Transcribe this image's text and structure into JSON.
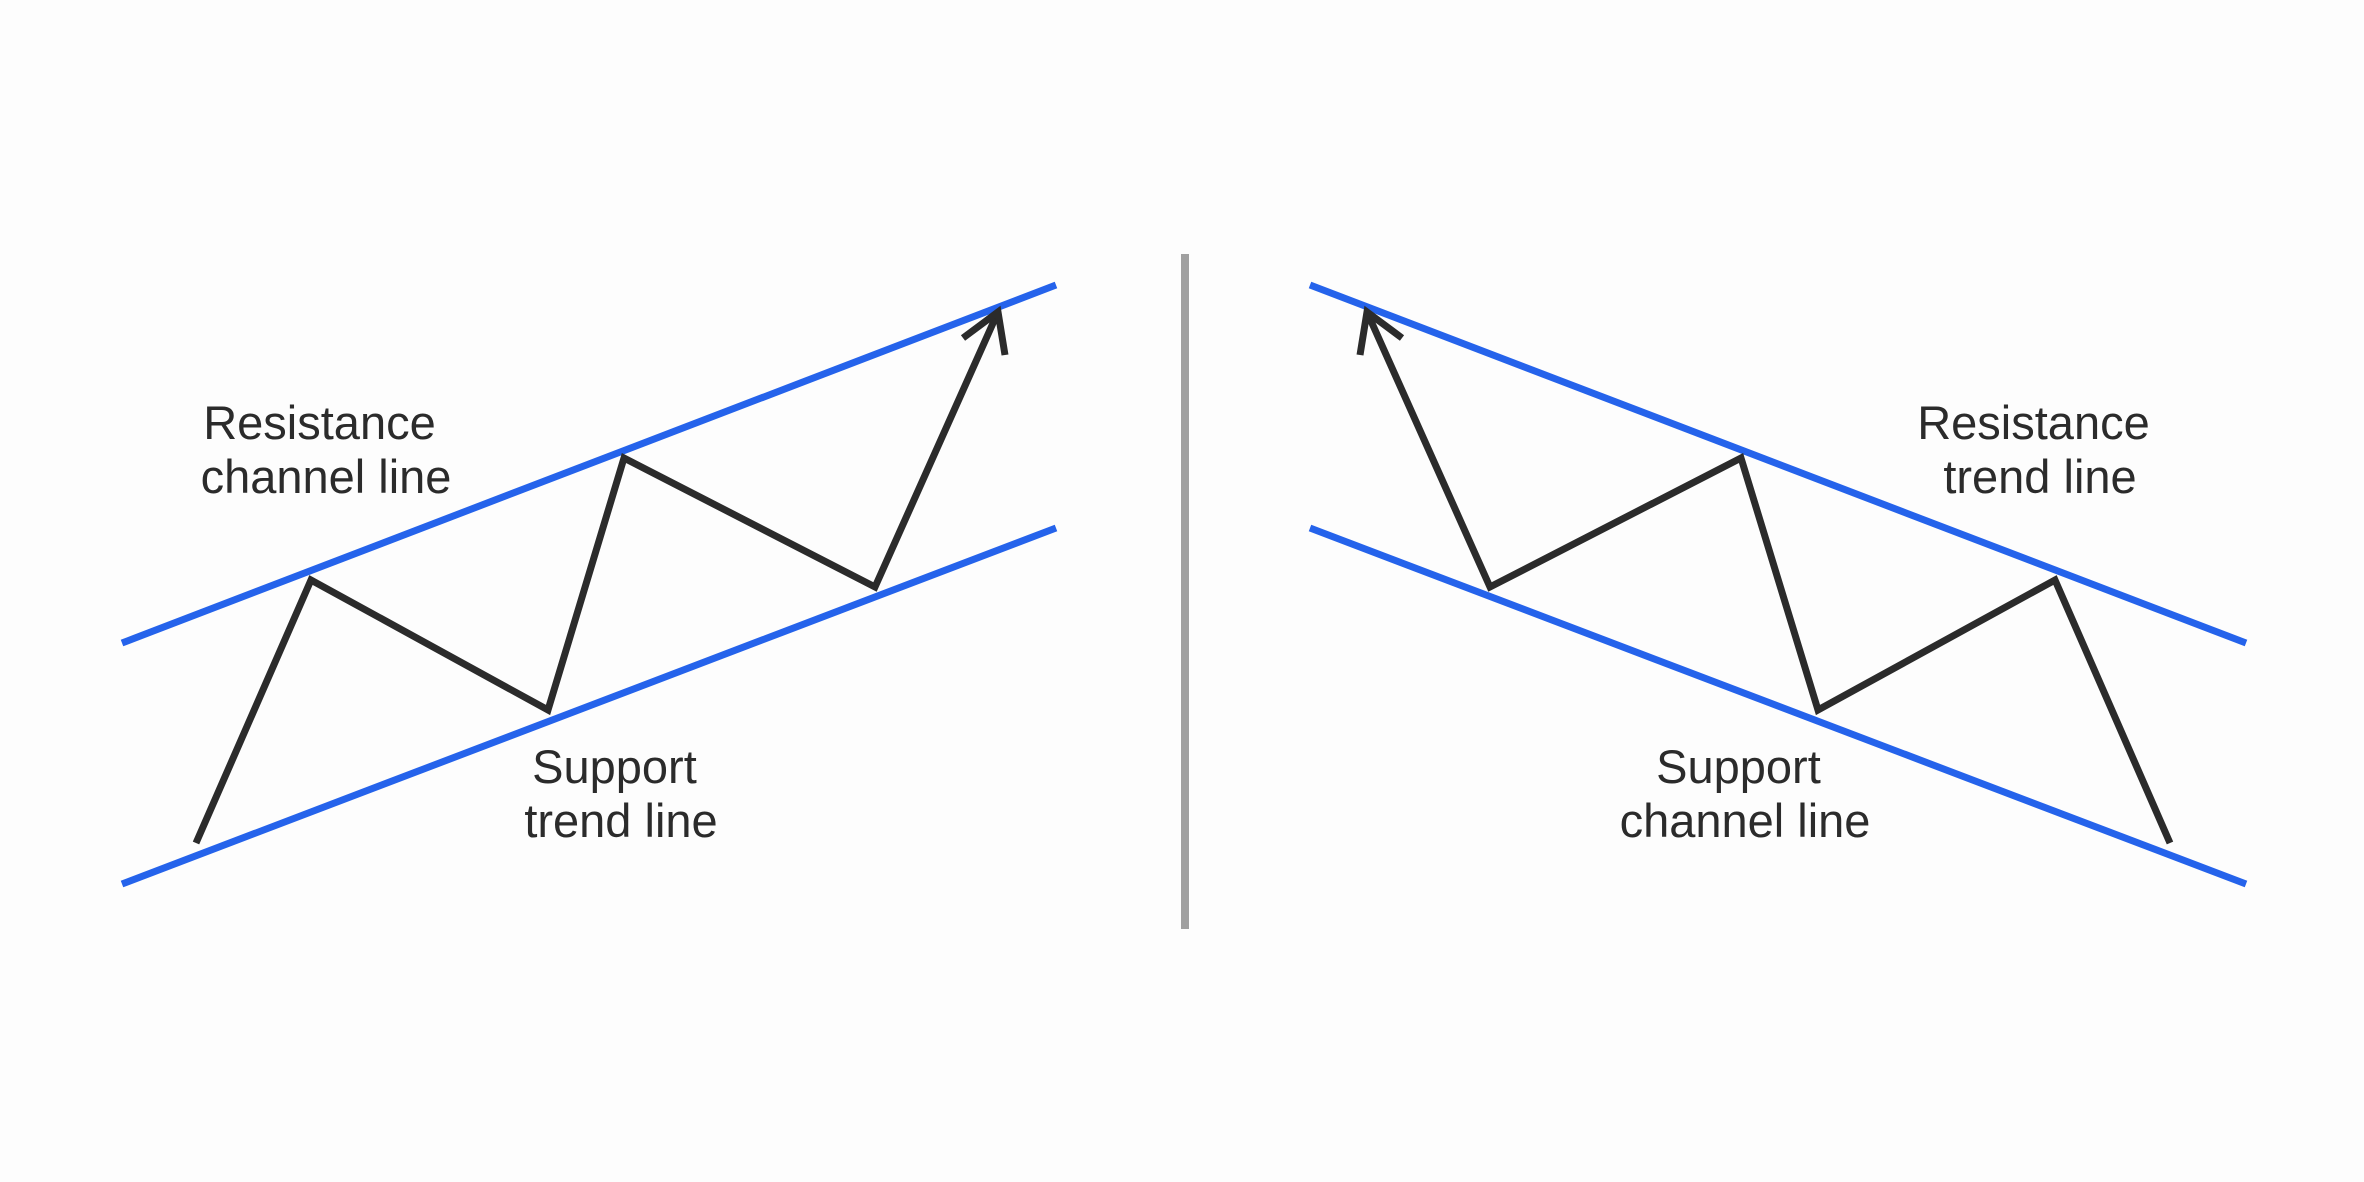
{
  "colors": {
    "channel_line": "#2563eb",
    "price_path": "#2b2b2b",
    "divider": "#a0a0a0",
    "background": "#fdfdfd"
  },
  "uptrend": {
    "resistance_label": [
      "Resistance",
      "channel line"
    ],
    "support_label": [
      "Support",
      "trend line"
    ]
  },
  "downtrend": {
    "resistance_label": [
      "Resistance",
      "trend line"
    ],
    "support_label": [
      "Support",
      "channel line"
    ]
  }
}
